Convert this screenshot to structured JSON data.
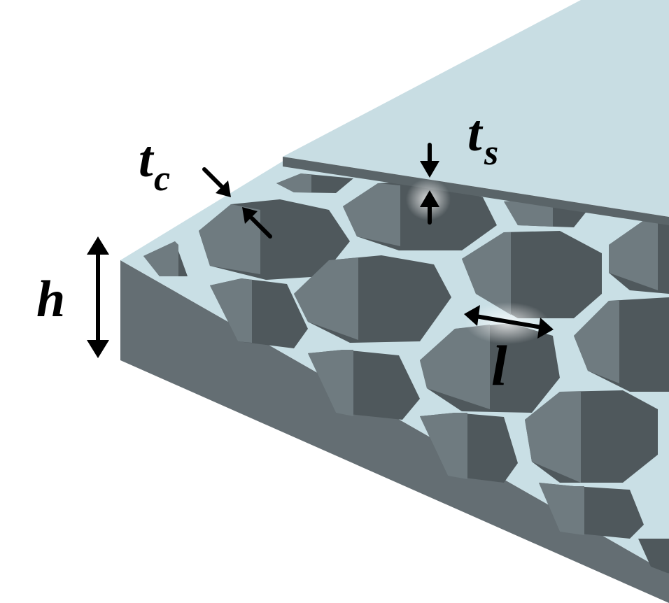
{
  "diagram": {
    "labels": {
      "h": "h",
      "t_c_main": "t",
      "t_c_sub": "c",
      "t_s_main": "t",
      "t_s_sub": "s",
      "l": "l"
    },
    "colors": {
      "face_sheet": "#c8dde3",
      "face_sheet_edge": "#5a6468",
      "cell_wall_top": "#c9dfe5",
      "cell_interior_dark": "#4f585c",
      "cell_interior_light": "#6f7b80",
      "side_face": "#646e73",
      "arrow": "#000000"
    }
  }
}
